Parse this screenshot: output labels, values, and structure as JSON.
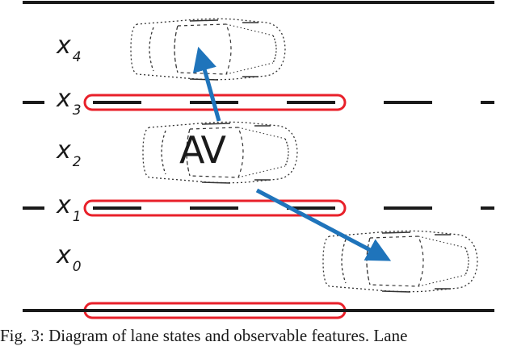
{
  "figure": {
    "av_label": "AV",
    "lane_labels": [
      {
        "name": "x4",
        "base": "x",
        "sub": "4"
      },
      {
        "name": "x3",
        "base": "x",
        "sub": "3"
      },
      {
        "name": "x2",
        "base": "x",
        "sub": "2"
      },
      {
        "name": "x1",
        "base": "x",
        "sub": "1"
      },
      {
        "name": "x0",
        "base": "x",
        "sub": "0"
      }
    ],
    "colors": {
      "road_line": "#1a1a1a",
      "highlight": "#e8202a",
      "arrow": "#1f74bb",
      "car_outline": "#333333"
    },
    "highlighted_features": [
      "lane marking between x3 and x4",
      "lane marking between x1 and x2",
      "road edge below x0"
    ],
    "arrows": [
      "AV to upper-lane car",
      "AV to lower-lane car"
    ]
  },
  "caption": "Fig. 3: Diagram of lane states and observable features. Lane"
}
